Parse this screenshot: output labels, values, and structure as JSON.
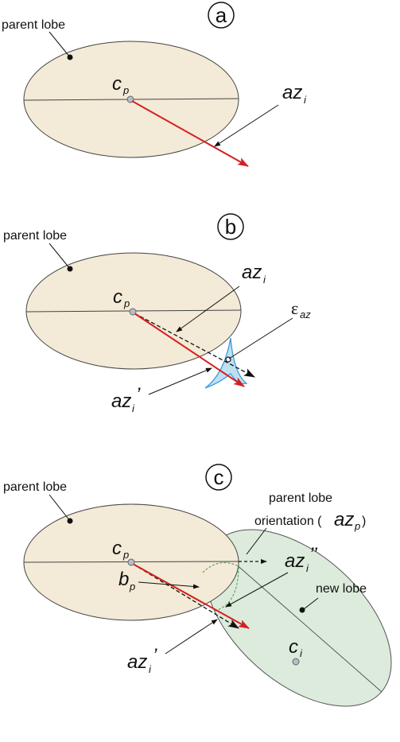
{
  "panels": [
    {
      "badge": "a",
      "parent_lobe": "parent lobe",
      "center": {
        "main": "c",
        "sub": "p"
      },
      "az": {
        "main": "az",
        "sub": "i"
      }
    },
    {
      "badge": "b",
      "parent_lobe": "parent lobe",
      "center": {
        "main": "c",
        "sub": "p"
      },
      "az": {
        "main": "az",
        "sub": "i"
      },
      "epsilon": {
        "main": "ε",
        "sub": "az"
      },
      "az_prime": {
        "main": "az",
        "sub": "i",
        "mark": "’"
      }
    },
    {
      "badge": "c",
      "parent_lobe": "parent lobe",
      "center": {
        "main": "c",
        "sub": "p"
      },
      "orientation_line1": "parent lobe",
      "orientation_line2_pre": "orientation (",
      "orientation_az": {
        "main": "az",
        "sub": "p"
      },
      "orientation_line2_post": ")",
      "az_dprime": {
        "main": "az",
        "sub": "i",
        "mark": "’’"
      },
      "new_lobe": "new lobe",
      "bp": {
        "main": "b",
        "sub": "p"
      },
      "ci": {
        "main": "c",
        "sub": "i"
      },
      "az_prime": {
        "main": "az",
        "sub": "i",
        "mark": "’"
      }
    }
  ],
  "colors": {
    "parent_fill": "#f3ead7",
    "new_fill": "#dcebdc",
    "arrow_red": "#d42020",
    "blue": "#3a9bd8",
    "dot_gray": "#b8bcc8"
  }
}
